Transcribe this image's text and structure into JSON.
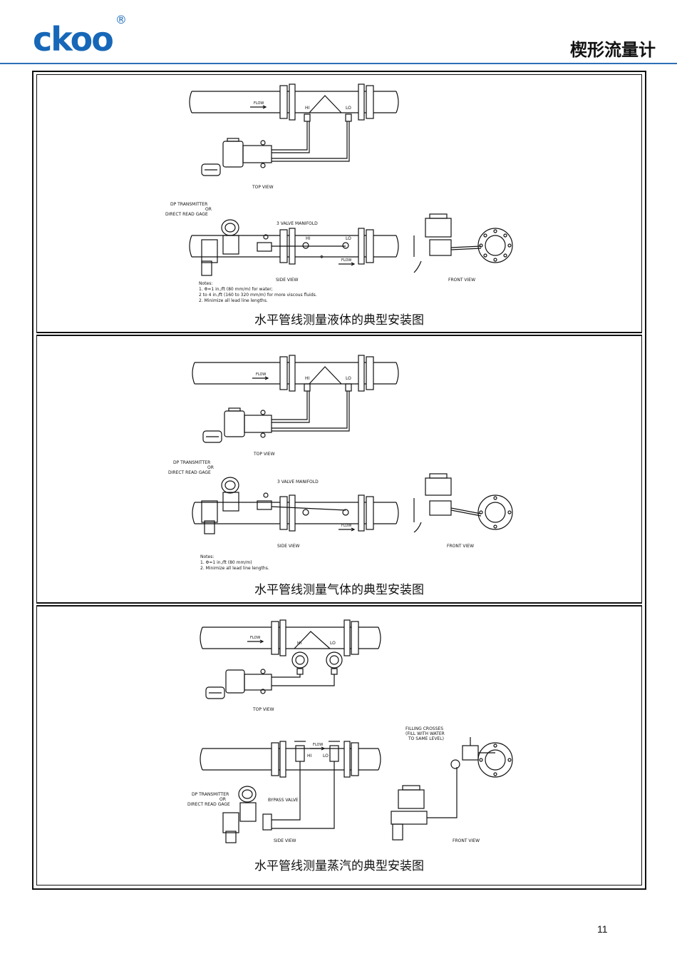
{
  "header": {
    "brand": "ckoo",
    "registered_mark": "®",
    "document_title": "楔形流量计",
    "page_number": "11"
  },
  "labels": {
    "flow": "FLOW",
    "hi": "HI",
    "lo": "LO",
    "top_view": "TOP VIEW",
    "side_view": "SIDE VIEW",
    "front_view": "FRONT VIEW",
    "dp_transmitter": "DP TRANSMITTER",
    "or": "OR",
    "direct_read_gage": "DIRECT READ GAGE",
    "valve_manifold": "3 VALVE MANIFOLD",
    "bypass_valve": "BYPASS VALVE",
    "filling_crosses_1": "FILLING CROSSES",
    "filling_crosses_2": "(FILL WITH WATER",
    "filling_crosses_3": "TO SAME LEVEL)",
    "phi": "Φ"
  },
  "figures": [
    {
      "caption": "水平管线测量液体的典型安装图",
      "notes": [
        "Notes:",
        "1.   Φ=1 in./ft (80 mm/m) for water;",
        "      2 to 4 in./ft (160 to 320 mm/m) for more viscous fluids.",
        "2.   Minimize all lead line lengths."
      ]
    },
    {
      "caption": "水平管线测量气体的典型安装图",
      "notes": [
        "Notes:",
        "1.   Φ=1 in./ft (80 mm/m)",
        "2.   Minimize all lead line lengths."
      ]
    },
    {
      "caption": "水平管线测量蒸汽的典型安装图",
      "notes": []
    }
  ]
}
